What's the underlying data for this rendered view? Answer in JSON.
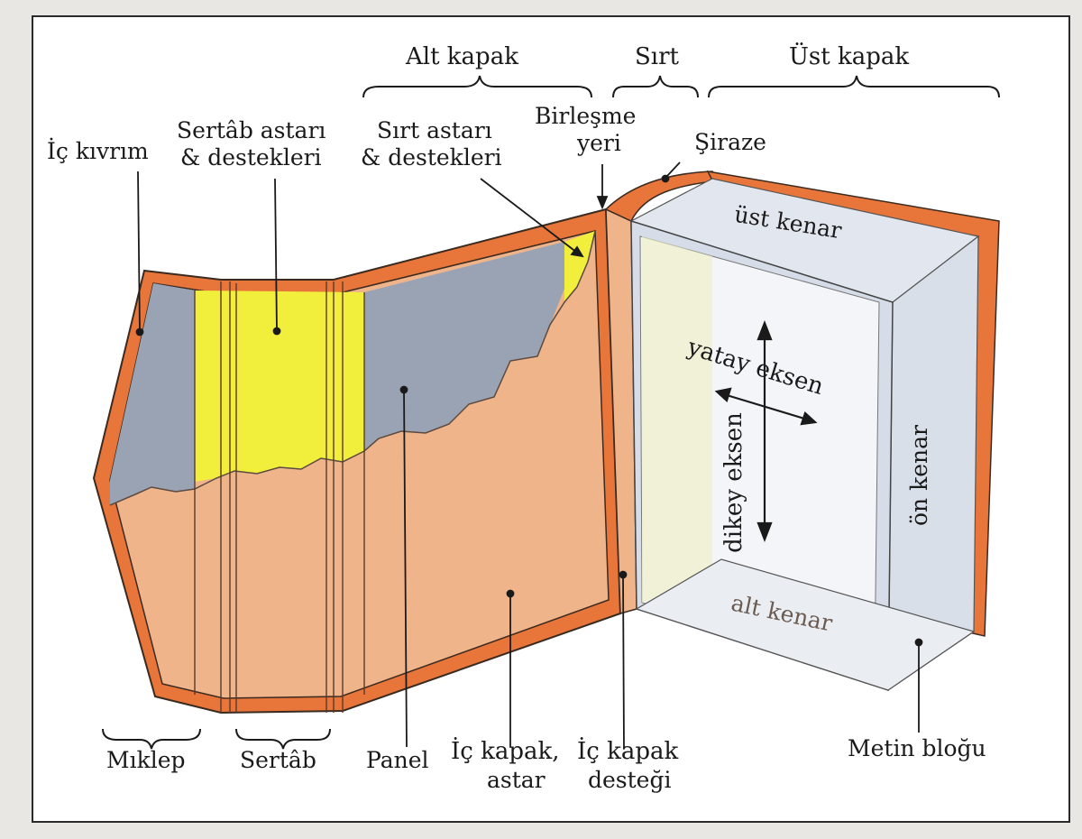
{
  "colors": {
    "background": "#e9e7e4",
    "frame": "#ffffff",
    "cover_edge": "#e8763a",
    "cover_edge_dark": "#b9542a",
    "panel": "#f0b48a",
    "gray_lining": "#9aa3b3",
    "yellow_lining": "#f1ef3c",
    "text_block": "#d6dde9",
    "page_white": "#f3f5f8",
    "ink": "#1a1a1a"
  },
  "labels": {
    "alt_kapak": "Alt kapak",
    "sirt": "Sırt",
    "ust_kapak": "Üst kapak",
    "ic_kivrim": "İç kıvrım",
    "sertab_astari_1": "Sertâb astarı",
    "sertab_astari_2": "& destekleri",
    "sirt_astari_1": "Sırt astarı",
    "sirt_astari_2": "& destekleri",
    "birlesme_1": "Birleşme",
    "birlesme_2": "yeri",
    "siraze": "Şiraze",
    "ust_kenar": "üst kenar",
    "yatay_eksen": "yatay eksen",
    "dikey_eksen": "dikey eksen",
    "on_kenar": "ön kenar",
    "alt_kenar": "alt kenar",
    "miklep": "Mıklep",
    "sertab": "Sertâb",
    "panel": "Panel",
    "ic_kapak_astar_1": "İç kapak,",
    "ic_kapak_astar_2": "astar",
    "ic_kapak_destegi_1": "İç kapak",
    "ic_kapak_destegi_2": "desteği",
    "metin_blogu": "Metin bloğu"
  }
}
